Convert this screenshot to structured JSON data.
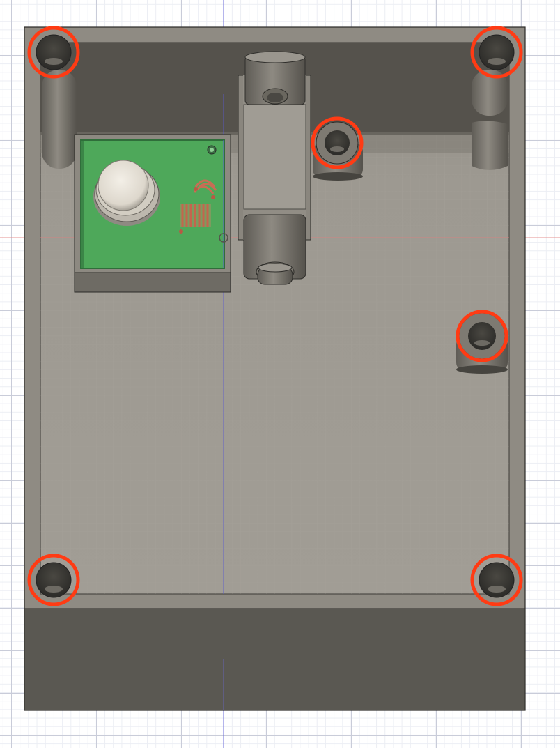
{
  "viewport": {
    "background_color": "#ffffff",
    "grid_major_color": "#c9ccd9",
    "grid_minor_color": "#eceef4",
    "x_axis_color": "#e08080",
    "y_axis_color": "#5a5ad0"
  },
  "model": {
    "enclosure_color": "#8f8b83",
    "floor_color": "#9b978f",
    "wall_shadow_color": "#55524c",
    "pcb_color": "#4ea85a",
    "pcb_edge_color": "#2f6e3a",
    "coil_color": "#d8836a",
    "capacitor_color": "#e8e4dc"
  },
  "annotations": {
    "highlight_color": "#ff3b14",
    "marked_holes": [
      "top-left",
      "top-right",
      "center-top",
      "right-middle",
      "bottom-left",
      "bottom-right"
    ]
  }
}
